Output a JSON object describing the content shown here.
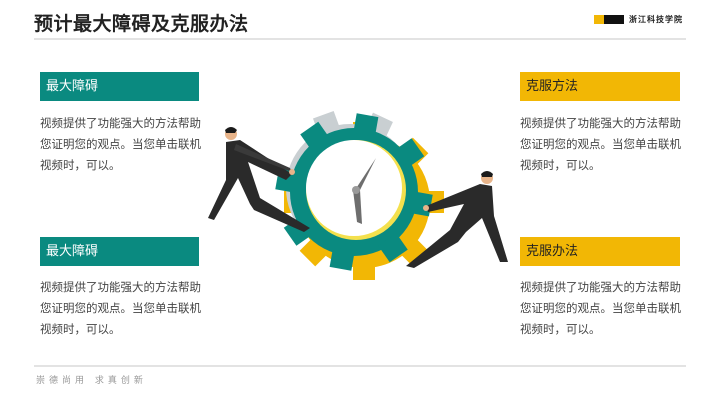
{
  "header": {
    "title": "预计最大障碍及克服办法",
    "logo_text": "浙江科技学院"
  },
  "blocks": [
    {
      "heading": "最大障碍",
      "body": "视频提供了功能强大的方法帮助您证明您的观点。当您单击联机视频时，可以。",
      "color": "#0a8a80"
    },
    {
      "heading": "克服方法",
      "body": "视频提供了功能强大的方法帮助您证明您的观点。当您单击联机视频时，可以。",
      "color": "#f2b705"
    },
    {
      "heading": "最大障碍",
      "body": "视频提供了功能强大的方法帮助您证明您的观点。当您单击联机视频时，可以。",
      "color": "#0a8a80"
    },
    {
      "heading": "克服办法",
      "body": "视频提供了功能强大的方法帮助您证明您的观点。当您单击联机视频时，可以。",
      "color": "#f2b705"
    }
  ],
  "illustration": {
    "icon": "gear-clock-tug-of-war-illustration"
  },
  "footer": {
    "motto": "崇德尚用  求真创新"
  }
}
